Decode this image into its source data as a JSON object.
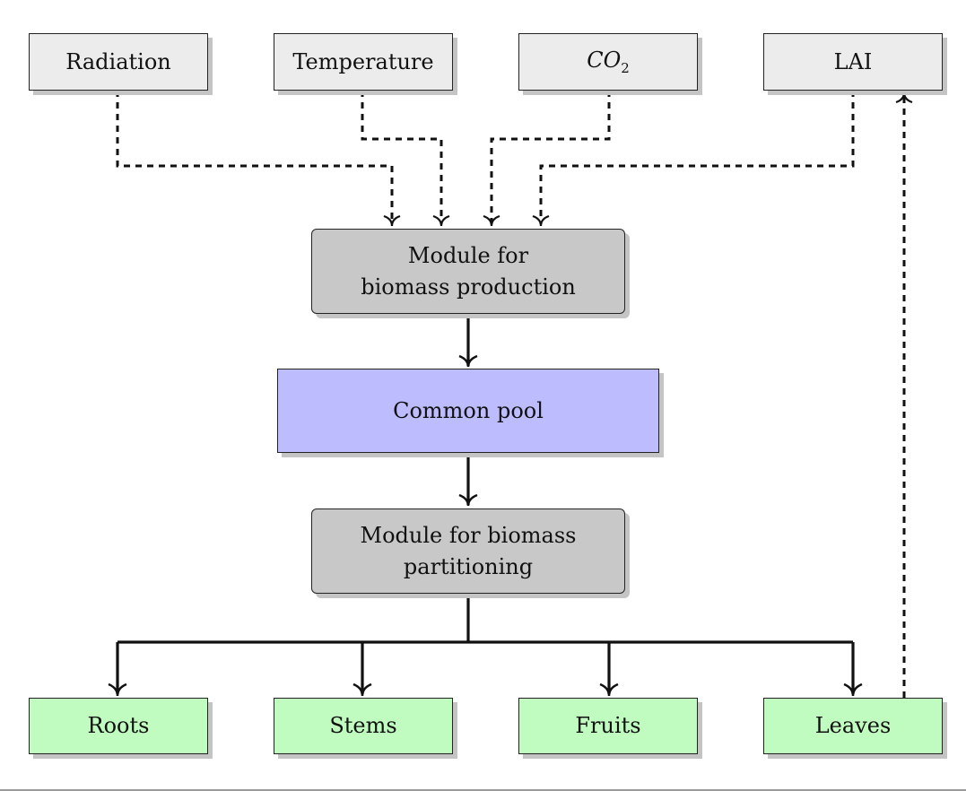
{
  "inputs": {
    "radiation": "Radiation",
    "temperature": "Temperature",
    "co2": {
      "base": "CO",
      "subscript": "2"
    },
    "lai": "LAI"
  },
  "modules": {
    "production": {
      "line1": "Module for",
      "line2": "biomass production"
    },
    "pool": "Common pool",
    "partitioning": {
      "line1": "Module for biomass",
      "line2": "partitioning"
    }
  },
  "organs": {
    "roots": "Roots",
    "stems": "Stems",
    "fruits": "Fruits",
    "leaves": "Leaves"
  },
  "colors": {
    "input_fill": "#ececec",
    "module_fill": "#c8c8c8",
    "pool_fill": "#bcbcff",
    "organ_fill": "#c0fcc0",
    "shadow": "#c4c4c4",
    "stroke": "#111111"
  }
}
